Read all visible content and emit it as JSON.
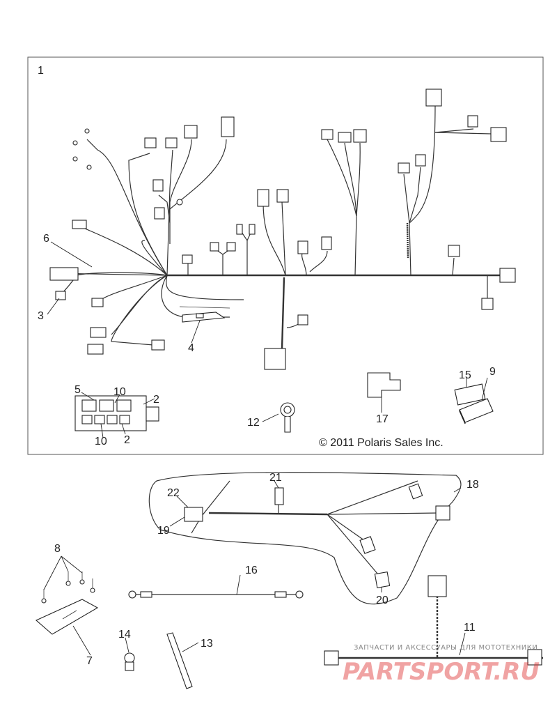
{
  "callouts": {
    "c1": "1",
    "c2a": "2",
    "c2b": "2",
    "c3": "3",
    "c4": "4",
    "c5": "5",
    "c6": "6",
    "c7": "7",
    "c8": "8",
    "c9": "9",
    "c10a": "10",
    "c10b": "10",
    "c11": "11",
    "c12": "12",
    "c13": "13",
    "c14": "14",
    "c15": "15",
    "c16": "16",
    "c17": "17",
    "c18": "18",
    "c19": "19",
    "c20": "20",
    "c21": "21",
    "c22": "22"
  },
  "copyright": "© 2011 Polaris Sales Inc.",
  "watermark": {
    "line1": "ЗАПЧАСТИ И АКСЕССУАРЫ ДЛЯ МОТОТЕХНИКИ",
    "line2": "PARTSPORT.RU"
  }
}
